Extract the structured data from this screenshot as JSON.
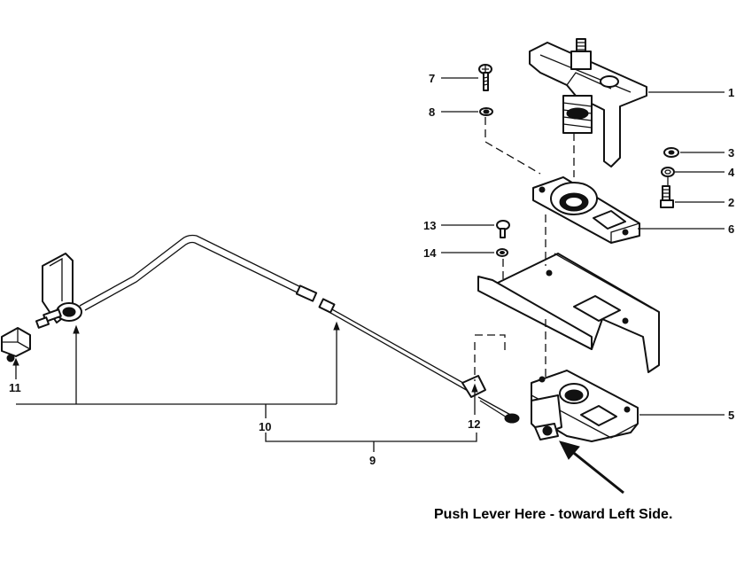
{
  "callouts": {
    "n1": "1",
    "n2": "2",
    "n3": "3",
    "n4": "4",
    "n5": "5",
    "n6": "6",
    "n7": "7",
    "n8": "8",
    "n9": "9",
    "n10": "10",
    "n11": "11",
    "n12": "12",
    "n13": "13",
    "n14": "14"
  },
  "caption": "Push Lever Here - toward Left Side.",
  "icons": [
    "arrow-icon"
  ]
}
